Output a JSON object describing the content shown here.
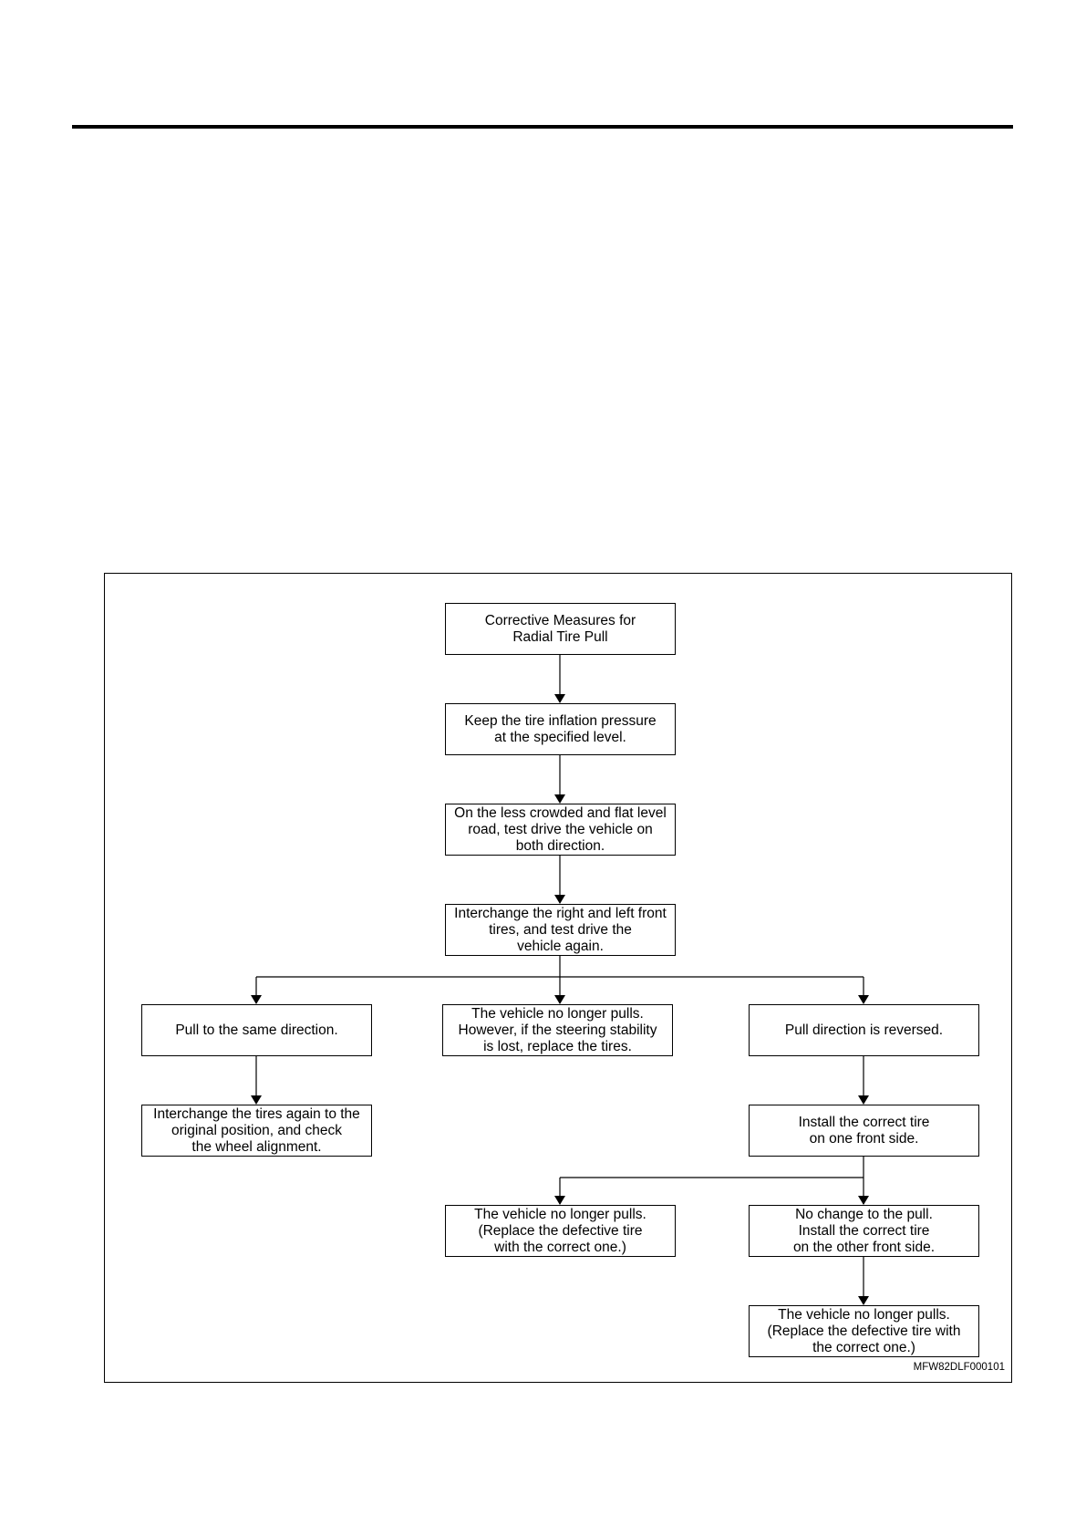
{
  "figure_code": "MFW82DLF000101",
  "nodes": {
    "start": "Corrective Measures for\nRadial Tire Pull",
    "inflation": "Keep the tire inflation pressure\nat the specified level.",
    "test_drive": "On the less crowded and flat level\nroad, test drive the vehicle on\nboth direction.",
    "interchange": "Interchange the right and left front\ntires, and test drive the\nvehicle again.",
    "same_direction": "Pull to the same direction.",
    "no_longer_pulls_a": "The vehicle no longer pulls.\nHowever, if the steering stability\nis lost, replace the tires.",
    "reversed": "Pull direction is reversed.",
    "interchange_again": "Interchange the tires again to the\noriginal position, and check\nthe wheel alignment.",
    "install_correct": "Install the correct tire\non one front side.",
    "no_longer_pulls_b": "The vehicle no longer pulls.\n(Replace the defective tire\nwith the correct one.)",
    "no_change": "No change to the pull.\nInstall the correct tire\non the other front side.",
    "no_longer_pulls_c": "The vehicle no longer pulls.\n(Replace the defective tire with\nthe correct one.)"
  }
}
